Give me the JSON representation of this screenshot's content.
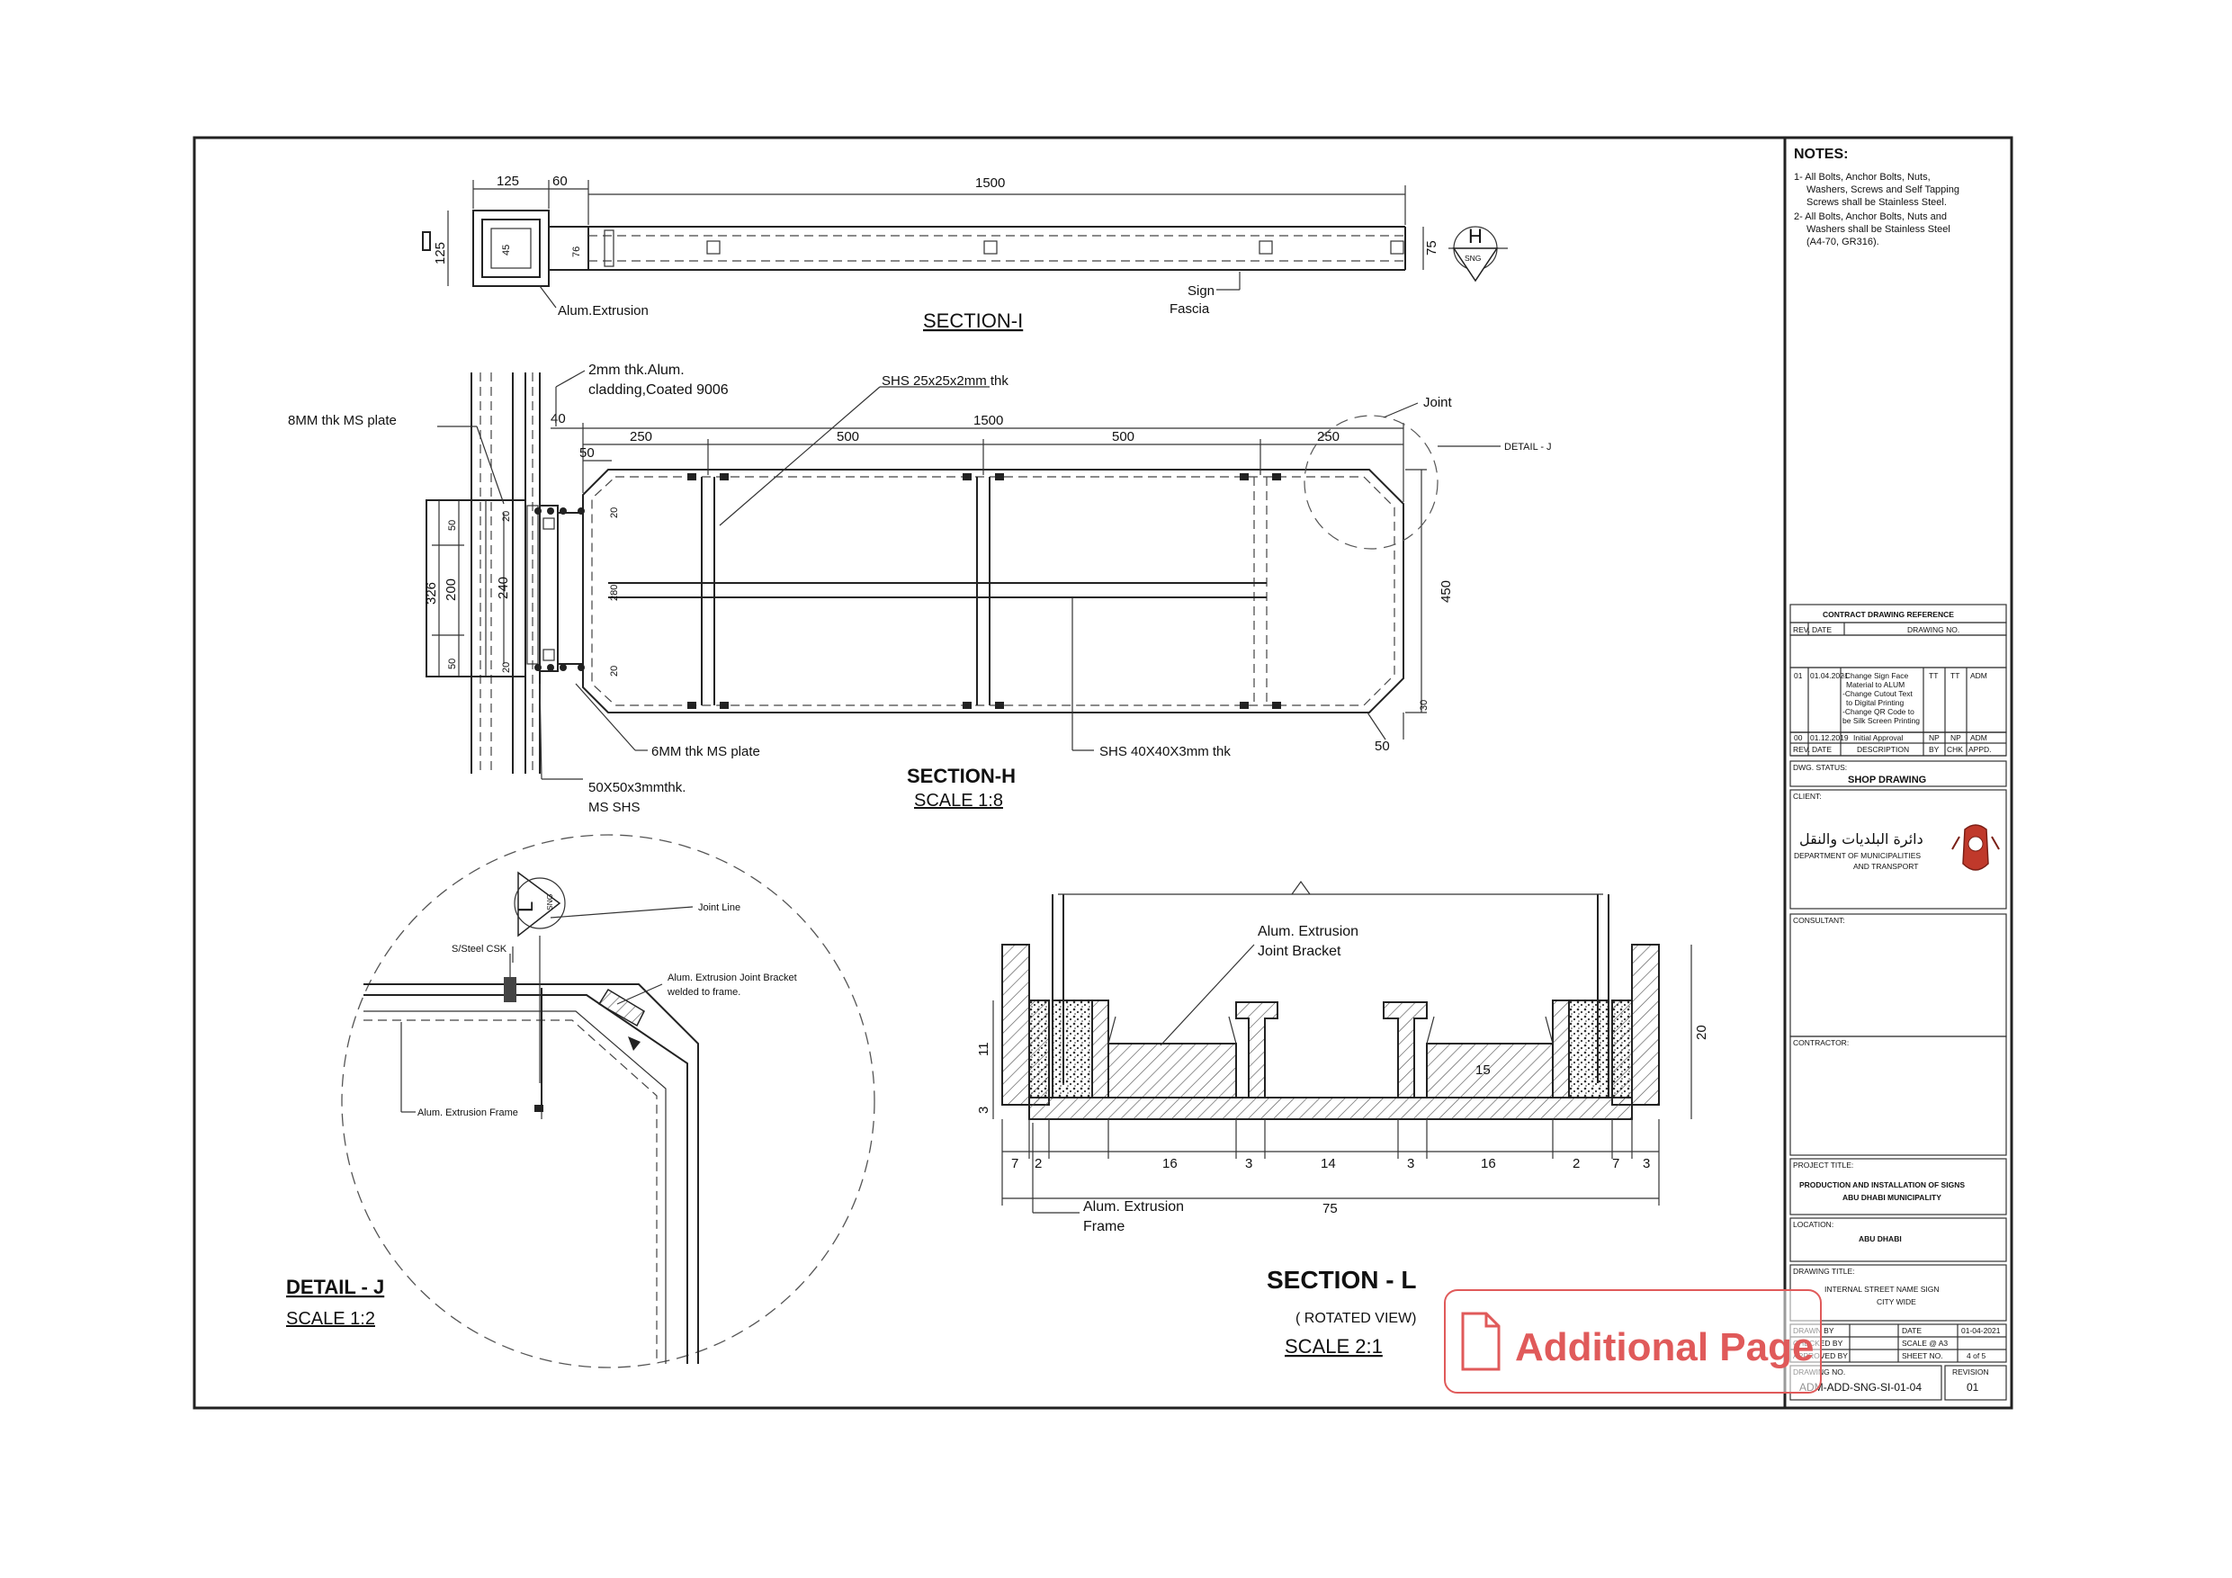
{
  "notes": {
    "heading": "NOTES:",
    "items": [
      "1- All Bolts, Anchor Bolts, Nuts,",
      "Washers, Screws and Self Tapping",
      "Screws shall be Stainless Steel.",
      "2- All Bolts, Anchor Bolts, Nuts and",
      "Washers shall be Stainless Steel",
      "(A4-70, GR316)."
    ]
  },
  "section_i": {
    "title": "SECTION-I",
    "dims": {
      "d125_top": "125",
      "d60": "60",
      "d1500": "1500",
      "d125_side": "125",
      "d45": "45",
      "d76": "76",
      "d75": "75"
    },
    "labels": {
      "alum_extrusion": "Alum.Extrusion",
      "sign_line1": "Sign",
      "sign_line2": "Fascia"
    },
    "marker": {
      "letter": "H",
      "sheet": "SNG"
    }
  },
  "section_h": {
    "title": "SECTION-H",
    "scale": "SCALE 1:8",
    "labels": {
      "cladding_line1": "2mm thk.Alum.",
      "cladding_line2": "cladding,Coated 9006",
      "shs_small": "SHS 25x25x2mm thk",
      "plate_8mm": "8MM thk MS plate",
      "joint": "Joint",
      "detail_j": "DETAIL - J",
      "plate_6mm": "6MM thk MS plate",
      "shs_large": "SHS 40X40X3mm thk",
      "ms_shs_line1": "50X50x3mmthk.",
      "ms_shs_line2": "MS SHS"
    },
    "dims": {
      "d40": "40",
      "d1500": "1500",
      "d250_l": "250",
      "d500_l": "500",
      "d500_r": "500",
      "d250_r": "250",
      "d50_top": "50",
      "d326": "326",
      "d200": "200",
      "d240": "240",
      "d50_a": "50",
      "d50_b": "50",
      "d20_a": "20",
      "d20_b": "20",
      "d20_c": "20",
      "d20_d": "20",
      "d280": "280",
      "d450": "450",
      "d30": "30",
      "d50_c": "50"
    }
  },
  "detail_j": {
    "title": "DETAIL - J",
    "scale": "SCALE 1:2",
    "marker": {
      "letter": "L",
      "sheet": "SNG"
    },
    "labels": {
      "joint_line": "Joint Line",
      "steel_csk": "S/Steel CSK",
      "bracket_line1": "Alum. Extrusion Joint Bracket",
      "bracket_line2": "welded to frame.",
      "frame": "Alum. Extrusion Frame"
    }
  },
  "section_l": {
    "title": "SECTION - L",
    "subtitle": "( ROTATED VIEW)",
    "scale": "SCALE 2:1",
    "labels": {
      "bracket_line1": "Alum. Extrusion",
      "bracket_line2": "Joint Bracket",
      "frame_line1": "Alum. Extrusion",
      "frame_line2": "Frame"
    },
    "dims": {
      "d11": "11",
      "d3_side": "3",
      "d20": "20",
      "d15": "15",
      "d7_a": "7",
      "d2_a": "2",
      "d16_a": "16",
      "d3_a": "3",
      "d14": "14",
      "d3_b": "3",
      "d16_b": "16",
      "d2_b": "2",
      "d7_b": "7",
      "d3_c": "3",
      "d75": "75"
    }
  },
  "title_block": {
    "ref_heading": "CONTRACT DRAWING REFERENCE",
    "ref_rev": "REV.",
    "ref_date": "DATE",
    "ref_drawing_no": "DRAWING NO.",
    "rev_rows": [
      {
        "rev": "01",
        "date": "01.04.2021",
        "desc": [
          "-Change Sign Face",
          "Material to ALUM",
          "-Change Cutout Text",
          "to Digital Printing",
          "-Change QR Code to",
          "be Silk Screen Printing"
        ],
        "by": "TT",
        "chk": "TT",
        "appd": "ADM"
      },
      {
        "rev": "00",
        "date": "01.12.2019",
        "desc": [
          "Initial Approval"
        ],
        "by": "NP",
        "chk": "NP",
        "appd": "ADM"
      }
    ],
    "rev_header": {
      "rev": "REV.",
      "date": "DATE",
      "desc": "DESCRIPTION",
      "by": "BY",
      "chk": "CHK",
      "appd": "APPD."
    },
    "dwg_status_label": "DWG. STATUS:",
    "dwg_status": "SHOP DRAWING",
    "client_label": "CLIENT:",
    "client_arabic": "دائرة البلديات والنقل",
    "client_line1": "DEPARTMENT OF MUNICIPALITIES",
    "client_line2": "AND TRANSPORT",
    "consultant_label": "CONSULTANT:",
    "contractor_label": "CONTRACTOR:",
    "project_label": "PROJECT TITLE:",
    "project_line1": "PRODUCTION AND INSTALLATION OF SIGNS",
    "project_line2": "ABU DHABI MUNICIPALITY",
    "location_label": "LOCATION:",
    "location": "ABU DHABI",
    "drawing_title_label": "DRAWING TITLE:",
    "drawing_title_line1": "INTERNAL STREET NAME SIGN",
    "drawing_title_line2": "CITY WIDE",
    "drawn_by": "DRAWN BY",
    "checked_by": "CHECKED BY",
    "approved_by": "APPROVED BY",
    "date_label": "DATE",
    "date_value": "01-04-2021",
    "scale_label": "SCALE @ A3",
    "sheet_label": "SHEET NO.",
    "sheet_value": "4 of 5",
    "drawing_no_label": "DRAWING NO.",
    "drawing_no": "ADM-ADD-SNG-SI-01-04",
    "revision_label": "REVISION",
    "revision": "01"
  },
  "stamp": {
    "text": "Additional Page",
    "color": "#e05a5a"
  }
}
